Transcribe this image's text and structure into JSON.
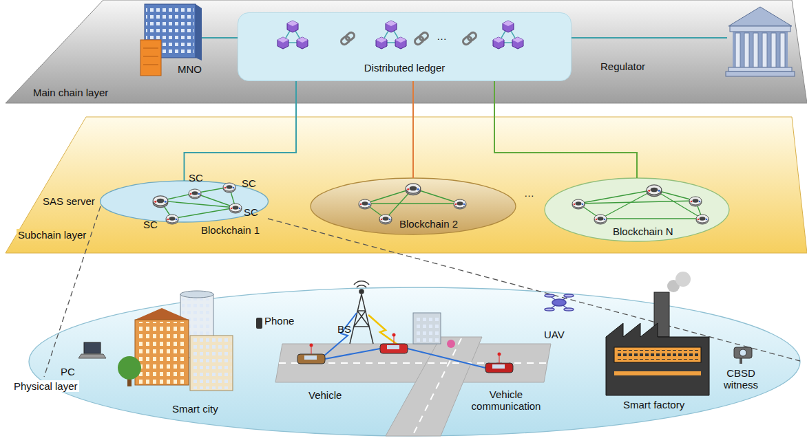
{
  "diagram": {
    "nodes": [
      {
        "text": [
          "Main chain layer"
        ]
      },
      {
        "text": [
          "Distributed ledger"
        ],
        "in": 0
      },
      {
        "text": [
          "Subchain layer"
        ]
      },
      {
        "text": [
          "Blockchain 1"
        ],
        "in": 2
      },
      {
        "text": [
          "Blockchain 2"
        ],
        "in": 2
      },
      {
        "text": [
          "Blockchain N"
        ],
        "in": 2
      },
      {
        "text": [
          "Physical layer"
        ]
      }
    ],
    "edges": [
      {
        "from": 1,
        "to": 3,
        "arrow": "none"
      },
      {
        "from": 1,
        "to": 4,
        "arrow": "none"
      },
      {
        "from": 1,
        "to": 5,
        "arrow": "none"
      }
    ],
    "labels": [
      "MNO",
      "Regulator",
      "…",
      "SAS server",
      "SC",
      "SC",
      "SC",
      "SC",
      "…",
      "PC",
      "Phone",
      "Smart city",
      "BS",
      "Vehicle",
      "Vehicle communication",
      "UAV",
      "Smart factory",
      "CBSD witness"
    ]
  }
}
